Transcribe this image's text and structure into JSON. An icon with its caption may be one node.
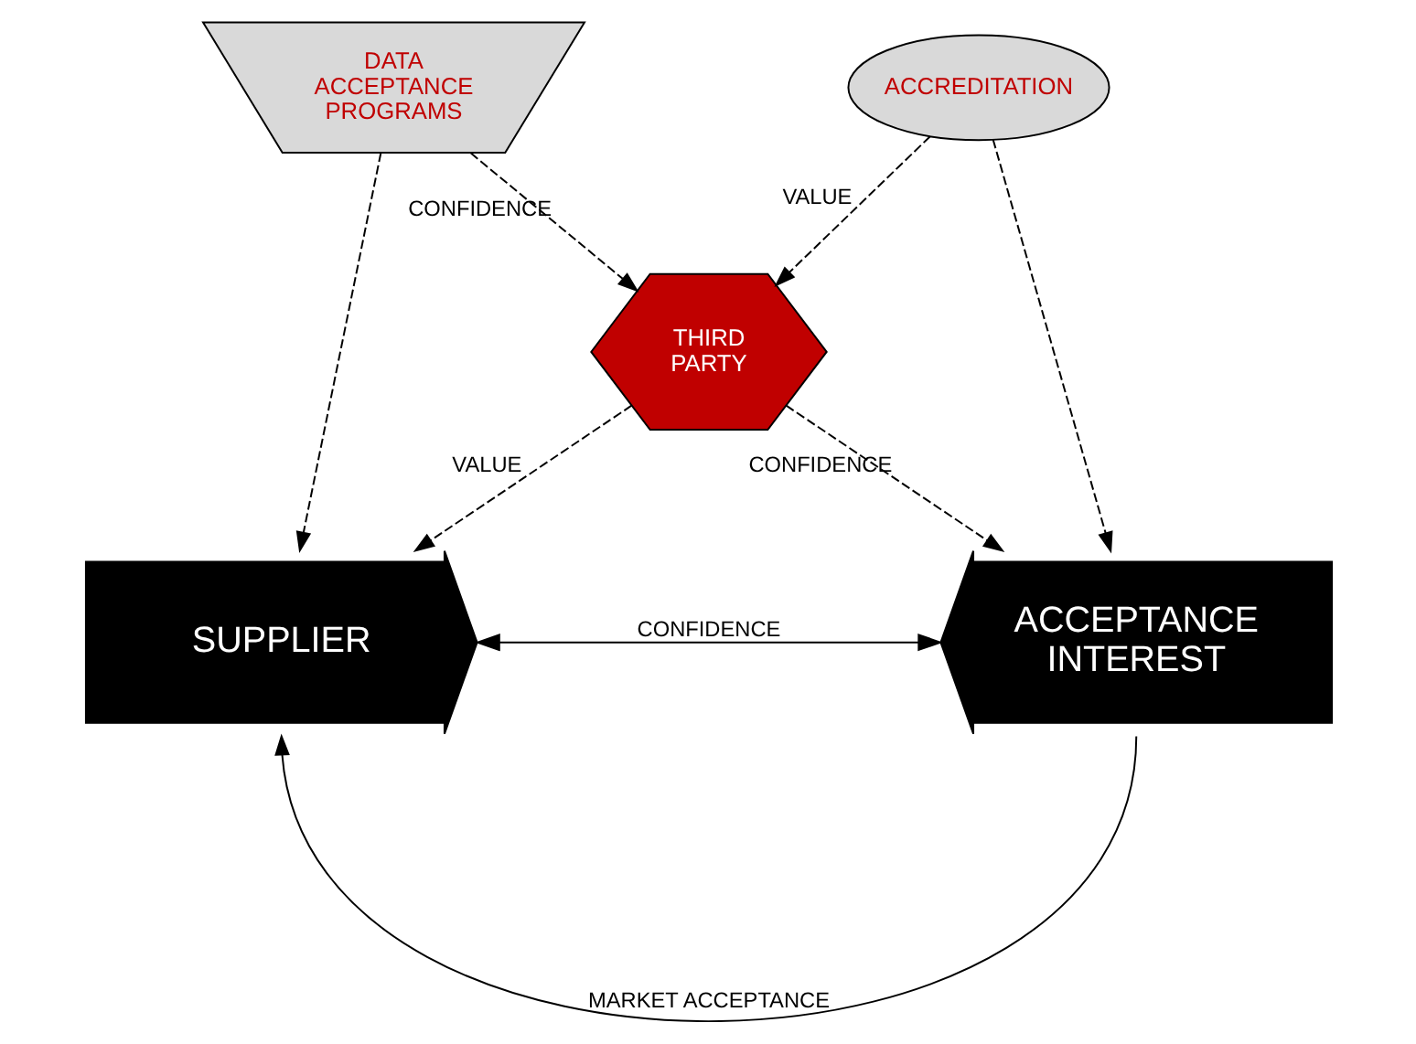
{
  "diagram": {
    "nodes": [
      {
        "text": [
          "DATA ACCEPTANCE PROGRAMS"
        ]
      },
      {
        "text": [
          "ACCREDITATION"
        ]
      },
      {
        "text": [
          "THIRD PARTY"
        ]
      },
      {
        "text": [
          "SUPPLIER"
        ]
      },
      {
        "text": [
          "ACCEPTANCE INTEREST"
        ]
      }
    ],
    "edges": [
      {
        "from": 0,
        "to": 2,
        "arrow": "to",
        "style": "dashed",
        "label": "CONFIDENCE"
      },
      {
        "from": 1,
        "to": 2,
        "arrow": "to",
        "style": "dashed",
        "label": "VALUE"
      },
      {
        "from": 0,
        "to": 3,
        "arrow": "to",
        "style": "dashed"
      },
      {
        "from": 2,
        "to": 3,
        "arrow": "to",
        "style": "dashed",
        "label": "VALUE"
      },
      {
        "from": 2,
        "to": 4,
        "arrow": "to",
        "style": "dashed",
        "label": "CONFIDENCE"
      },
      {
        "from": 1,
        "to": 4,
        "arrow": "to",
        "style": "dashed"
      },
      {
        "from": 3,
        "to": 4,
        "arrow": "both",
        "label": "CONFIDENCE"
      },
      {
        "from": 4,
        "to": 3,
        "arrow": "to",
        "label": "MARKET ACCEPTANCE"
      }
    ]
  }
}
